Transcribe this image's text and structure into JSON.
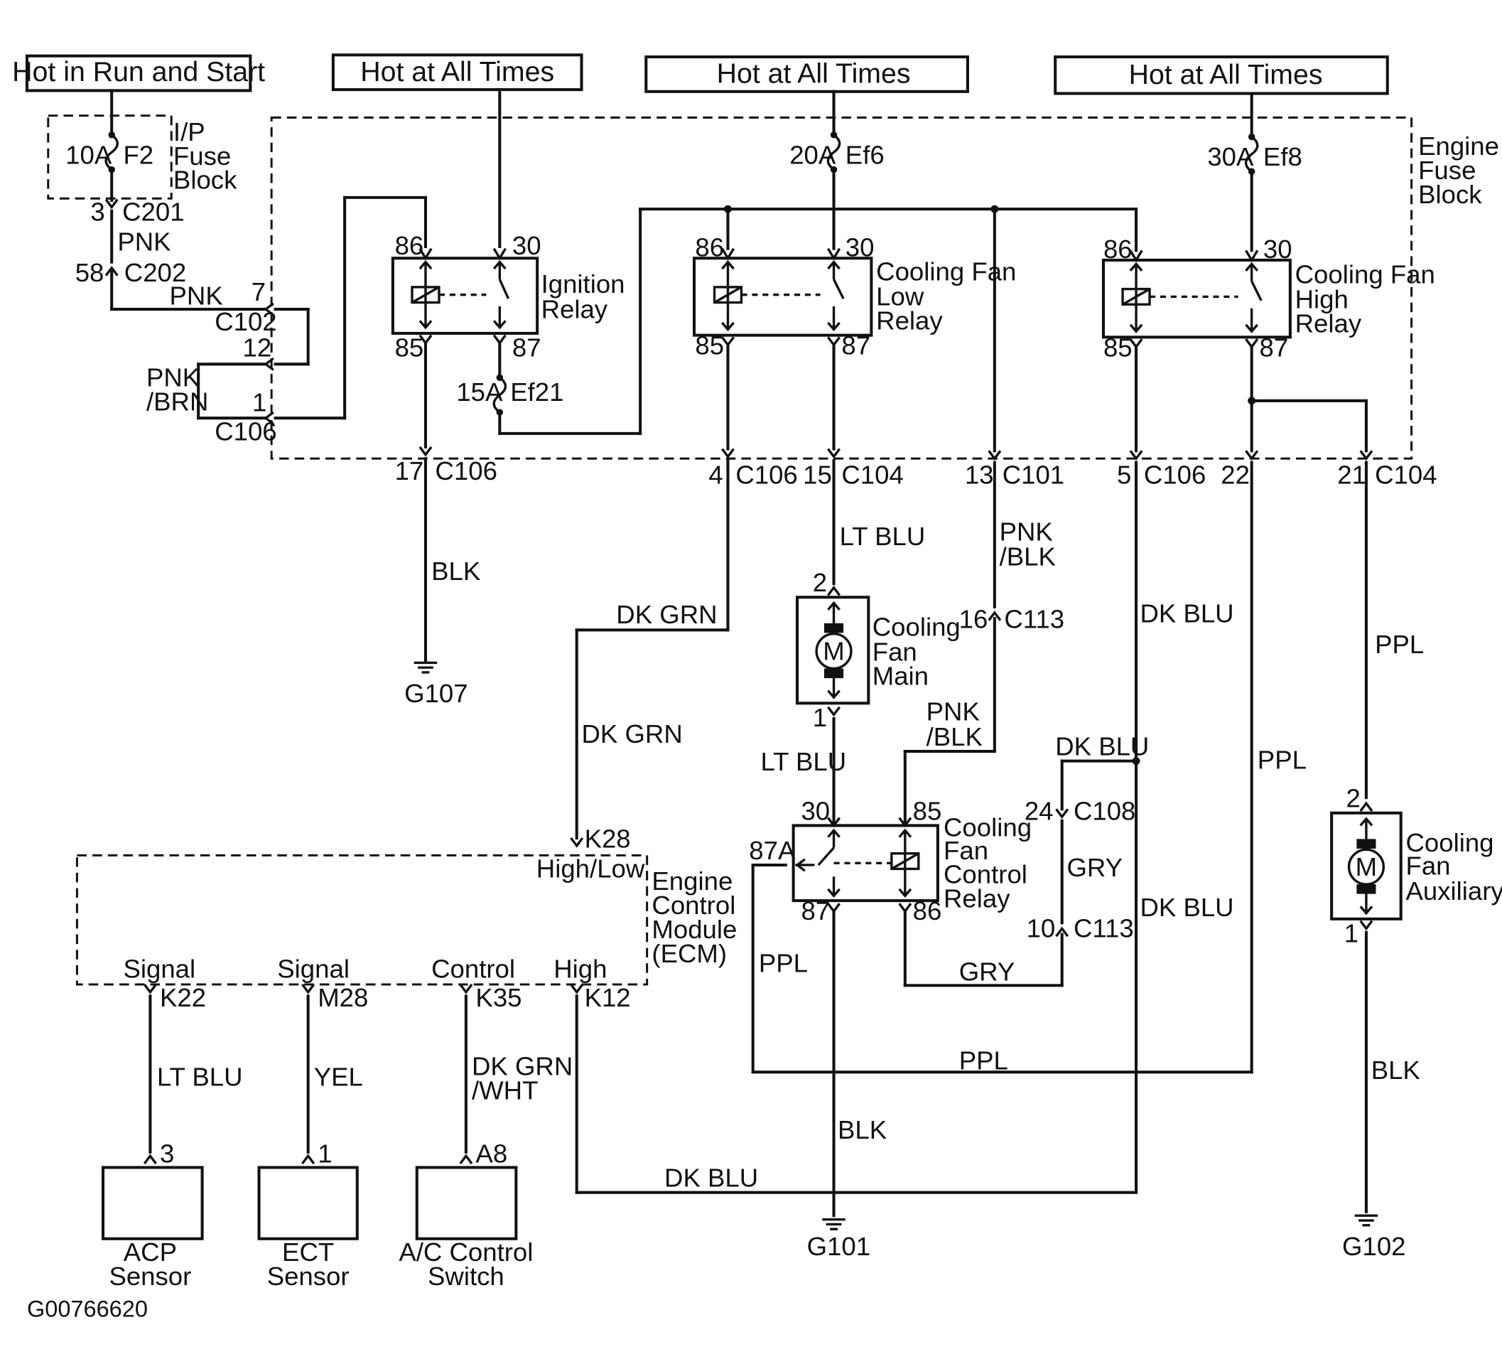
{
  "sources": {
    "run_start": "Hot in Run and Start",
    "all_times_1": "Hot at All Times",
    "all_times_2": "Hot at All Times",
    "all_times_3": "Hot at All Times"
  },
  "fuse_blocks": {
    "ip": [
      "I/P",
      "Fuse",
      "Block"
    ],
    "engine": [
      "Engine",
      "Fuse",
      "Block"
    ]
  },
  "fuses": {
    "f2": {
      "rating": "10A",
      "name": "F2"
    },
    "ef6": {
      "rating": "20A",
      "name": "Ef6"
    },
    "ef8": {
      "rating": "30A",
      "name": "Ef8"
    },
    "ef21": {
      "rating": "15A",
      "name": "Ef21"
    }
  },
  "relays": {
    "ignition": [
      "Ignition",
      "Relay"
    ],
    "low": [
      "Cooling Fan",
      "Low",
      "Relay"
    ],
    "high": [
      "Cooling Fan",
      "High",
      "Relay"
    ],
    "control": [
      "Cooling",
      "Fan",
      "Control",
      "Relay"
    ]
  },
  "motors": {
    "main": [
      "Cooling",
      "Fan",
      "Main"
    ],
    "aux": [
      "Cooling",
      "Fan",
      "Auxiliary"
    ],
    "symbol": "M"
  },
  "ecm": {
    "name": [
      "Engine",
      "Control",
      "Module",
      "(ECM)"
    ],
    "high_low": "High/Low",
    "signal_1": "Signal",
    "signal_2": "Signal",
    "control": "Control",
    "high": "High"
  },
  "sensors": {
    "acp": [
      "ACP",
      "Sensor"
    ],
    "ect": [
      "ECT",
      "Sensor"
    ],
    "ac": [
      "A/C Control",
      "Switch"
    ]
  },
  "connectors": {
    "c201": "C201",
    "c202": "C202",
    "c102": "C102",
    "c106_top": "C106",
    "c106_17": "C106",
    "c106_4": "C106",
    "c104_15": "C104",
    "c101": "C101",
    "c106_5": "C106",
    "c104_21": "C104",
    "c113_16": "C113",
    "c108": "C108",
    "c113_10": "C113"
  },
  "pins": {
    "p3": "3",
    "p58": "58",
    "p7": "7",
    "p12": "12",
    "p1": "1",
    "ign86": "86",
    "ign30": "30",
    "ign85": "85",
    "ign87": "87",
    "low86": "86",
    "low30": "30",
    "low85": "85",
    "low87": "87",
    "high86": "86",
    "high30": "30",
    "high85": "85",
    "high87": "87",
    "p17": "17",
    "p4": "4",
    "p15": "15",
    "p13": "13",
    "p5": "5",
    "p22": "22",
    "p21": "21",
    "main2": "2",
    "main1": "1",
    "aux2": "2",
    "aux1": "1",
    "p16": "16",
    "p24": "24",
    "p10": "10",
    "ctl30": "30",
    "ctl85": "85",
    "ctl87a": "87A",
    "ctl87": "87",
    "ctl86": "86",
    "k28": "K28",
    "k22": "K22",
    "m28": "M28",
    "k35": "K35",
    "k12": "K12",
    "s3": "3",
    "s1": "1",
    "a8": "A8"
  },
  "wires": {
    "pnk_1": "PNK",
    "pnk_2": "PNK",
    "pnk_brn": [
      "PNK",
      "/BRN"
    ],
    "blk_1": "BLK",
    "dkgrn_1": "DK GRN",
    "dkgrn_2": "DK GRN",
    "ltblu_1": "LT BLU",
    "ltblu_2": "LT BLU",
    "pnkblk_1": [
      "PNK",
      "/BLK"
    ],
    "pnkblk_2": [
      "PNK",
      "/BLK"
    ],
    "dkblu_1": "DK BLU",
    "dkblu_2": "DK BLU",
    "dkblu_3": "DK BLU",
    "dkblu_4": "DK BLU",
    "ppl_1": "PPL",
    "ppl_2": "PPL",
    "ppl_3": "PPL",
    "ppl_4": "PPL",
    "gry_1": "GRY",
    "gry_2": "GRY",
    "blk_2": "BLK",
    "blk_3": "BLK",
    "ltblu_3": "LT BLU",
    "yel": "YEL",
    "dkgrnwht": [
      "DK GRN",
      "/WHT"
    ]
  },
  "grounds": {
    "g107": "G107",
    "g101": "G101",
    "g102": "G102"
  },
  "figure_id": "G00766620"
}
